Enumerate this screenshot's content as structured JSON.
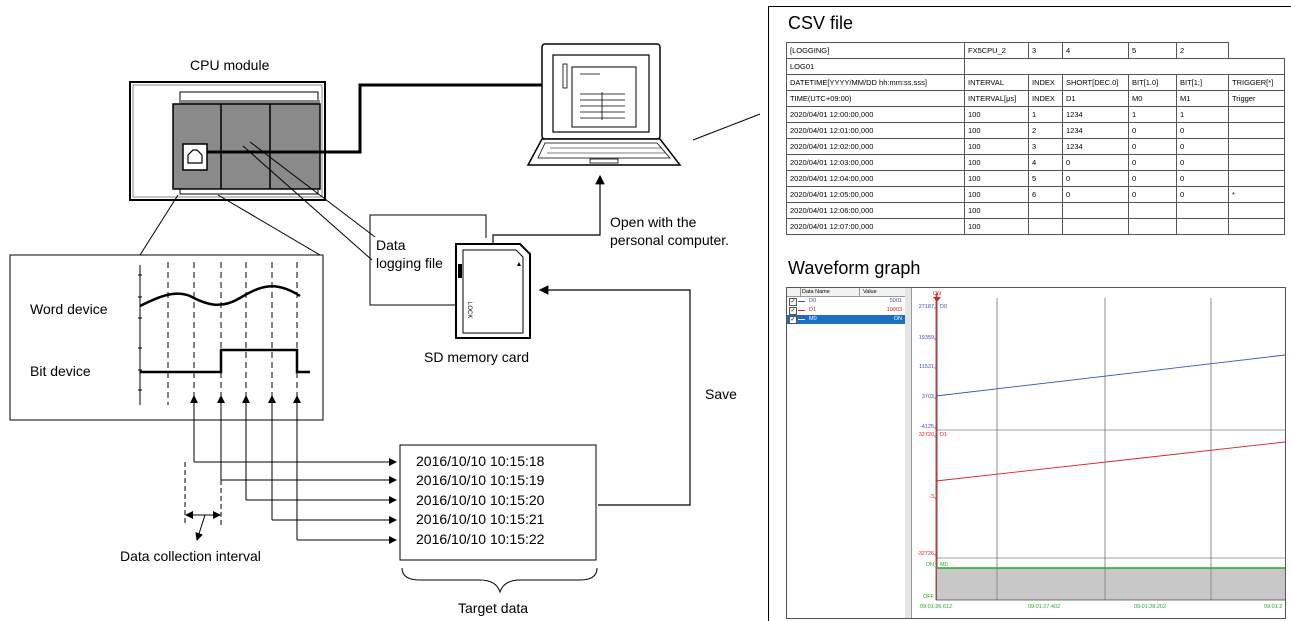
{
  "labels": {
    "cpu_module": "CPU module",
    "data_logging_file": "Data\nlogging file",
    "sd_card": "SD memory card",
    "open_with_pc": "Open with the\npersonal computer.",
    "save": "Save",
    "word_device": "Word device",
    "bit_device": "Bit device",
    "data_collection_interval": "Data collection interval",
    "target_data": "Target data",
    "csv_file": "CSV file",
    "waveform_graph": "Waveform graph",
    "sd_lock": "LOCK"
  },
  "timestamps": [
    "2016/10/10  10:15:18",
    "2016/10/10  10:15:19",
    "2016/10/10  10:15:20",
    "2016/10/10  10:15:21",
    "2016/10/10  10:15:22"
  ],
  "csv": {
    "rows": [
      [
        "[LOGGING]",
        "FX5CPU_2",
        "3",
        "4",
        "5",
        "2",
        ""
      ],
      [
        "LOG01",
        "",
        "",
        "",
        "",
        "",
        ""
      ],
      [
        "DATETIME[YYYY/MM/DD hh:mm:ss.sss]",
        "INTERVAL",
        "INDEX",
        "SHORT[DEC.0]",
        "BIT[1.0]",
        "BIT[1;]",
        "TRIGGER[*]"
      ],
      [
        "TIME(UTC+09:00)",
        "INTERVAL[μs]",
        "INDEX",
        "D1",
        "M0",
        "M1",
        "Trigger"
      ],
      [
        "2020/04/01 12:00:00,000",
        "100",
        "1",
        "1234",
        "1",
        "1",
        ""
      ],
      [
        "2020/04/01 12:01:00,000",
        "100",
        "2",
        "1234",
        "0",
        "0",
        ""
      ],
      [
        "2020/04/01 12:02:00,000",
        "100",
        "3",
        "1234",
        "0",
        "0",
        ""
      ],
      [
        "2020/04/01 12:03:00,000",
        "100",
        "4",
        "0",
        "0",
        "0",
        ""
      ],
      [
        "2020/04/01 12:04:00,000",
        "100",
        "5",
        "0",
        "0",
        "0",
        ""
      ],
      [
        "2020/04/01 12:05:00,000",
        "100",
        "6",
        "0",
        "0",
        "0",
        "*"
      ],
      [
        "2020/04/01 12:06:00,000",
        "100",
        "",
        "",
        "",
        "",
        ""
      ],
      [
        "2020/04/01 12:07:00,000",
        "100",
        "",
        "",
        "",
        "",
        ""
      ]
    ]
  },
  "waveform": {
    "list_headers": [
      "Data Name",
      "Value"
    ],
    "list_rows": [
      {
        "name": "D0",
        "value": "5001",
        "color": "#3355bb",
        "checked": true,
        "selected": false
      },
      {
        "name": "D1",
        "value": "10003",
        "color": "#dd2222",
        "checked": true,
        "selected": false
      },
      {
        "name": "M0",
        "value": "ON",
        "color": "#22aa22",
        "checked": true,
        "selected": true
      }
    ],
    "y_ticks_d0": [
      "27187",
      "19359",
      "11531",
      "3703",
      "-4125"
    ],
    "y_ticks_d1": [
      "32720",
      "-3",
      "-32726"
    ],
    "bit_ticks": [
      "ON",
      "OFF"
    ],
    "x_ticks": [
      "09:01:26.612",
      "09:01:27.402",
      "09:01:28.202",
      "09:01:2"
    ],
    "trigger_label": "ON",
    "series_tags": [
      "D0",
      "D1",
      "M0"
    ],
    "colors": {
      "d0": "#3355bb",
      "d1": "#dd2222",
      "m0": "#22aa22",
      "trigger": "#dd2222",
      "selected": "#1e6fc4"
    }
  }
}
